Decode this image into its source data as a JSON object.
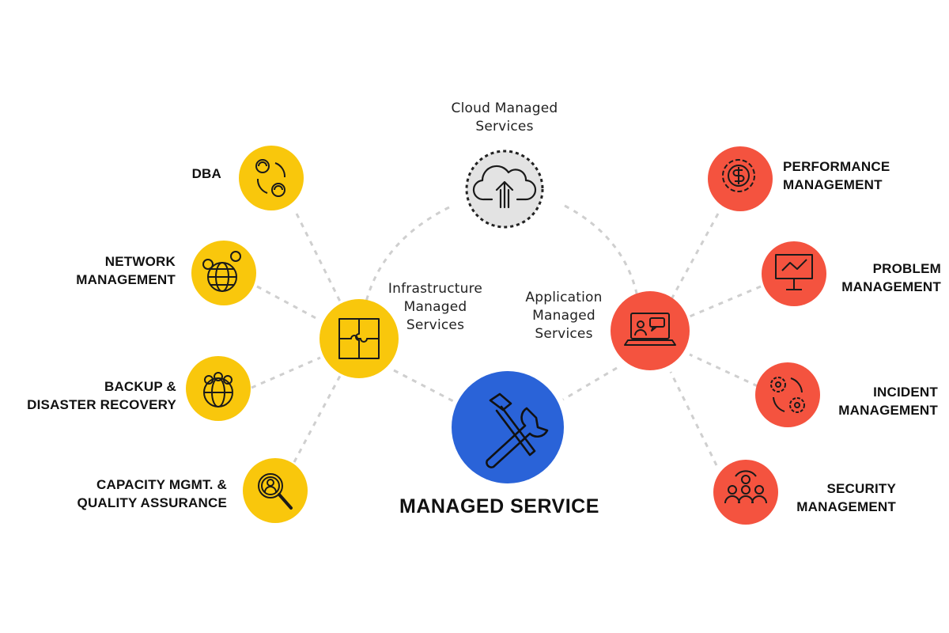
{
  "diagram": {
    "title": "MANAGED SERVICE",
    "colors": {
      "yellow": "#F9C70C",
      "red": "#F4533F",
      "blue": "#2A63D8",
      "gray": "#E3E3E3",
      "connector": "#CFCFCF",
      "icon_stroke": "#1A1A1A"
    },
    "hubs": {
      "cloud": {
        "lines": [
          "Cloud Managed",
          "Services"
        ],
        "icon": "cloud-upload-icon"
      },
      "infrastructure": {
        "lines": [
          "Infrastructure",
          "Managed",
          "Services"
        ],
        "icon": "puzzle-icon"
      },
      "application": {
        "lines": [
          "Application",
          "Managed",
          "Services"
        ],
        "icon": "laptop-chat-icon"
      },
      "core": {
        "icon": "tools-icon"
      }
    },
    "infra_items": [
      {
        "lines": [
          "DBA"
        ],
        "icon": "user-sync-icon"
      },
      {
        "lines": [
          "NETWORK",
          "MANAGEMENT"
        ],
        "icon": "globe-users-icon"
      },
      {
        "lines": [
          "BACKUP &",
          "DISASTER RECOVERY"
        ],
        "icon": "globe-hands-icon"
      },
      {
        "lines": [
          "CAPACITY MGMT. &",
          "QUALITY ASSURANCE"
        ],
        "icon": "magnifier-user-icon"
      }
    ],
    "app_items": [
      {
        "lines": [
          "PERFORMANCE",
          "MANAGEMENT"
        ],
        "icon": "gear-dollar-icon"
      },
      {
        "lines": [
          "PROBLEM",
          "MANAGEMENT"
        ],
        "icon": "monitor-chart-icon"
      },
      {
        "lines": [
          "INCIDENT",
          "MANAGEMENT"
        ],
        "icon": "gears-cycle-icon"
      },
      {
        "lines": [
          "SECURITY",
          "MANAGEMENT"
        ],
        "icon": "team-network-icon"
      }
    ]
  }
}
